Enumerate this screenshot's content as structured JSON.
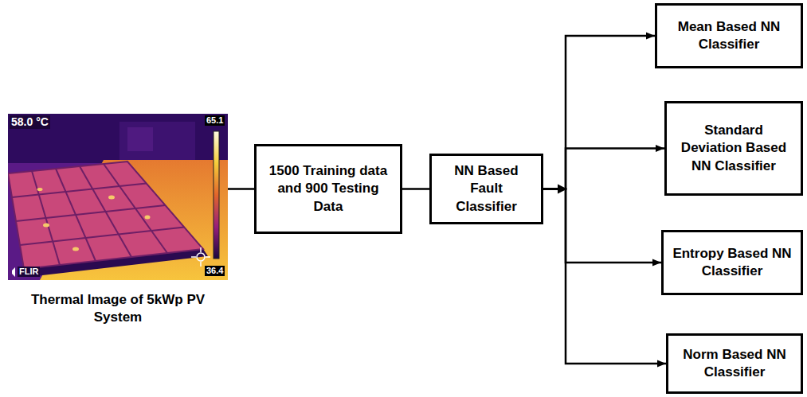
{
  "diagram": {
    "nodes": [
      {
        "text": [
          "Thermal Image of 5kWp PV System"
        ]
      },
      {
        "text": [
          "1500 Training data and 900 Testing Data"
        ]
      },
      {
        "text": [
          "NN Based Fault Classifier"
        ]
      },
      {
        "text": [
          "Mean Based NN Classifier"
        ]
      },
      {
        "text": [
          "Standard Deviation Based NN Classifier"
        ]
      },
      {
        "text": [
          "Entropy Based NN Classifier"
        ]
      },
      {
        "text": [
          "Norm Based NN Classifier"
        ]
      }
    ],
    "edges": [
      {
        "from": 0,
        "to": 1,
        "arrow": "none"
      },
      {
        "from": 1,
        "to": 2,
        "arrow": "none"
      },
      {
        "from": 2,
        "to": 3,
        "arrow": "to"
      },
      {
        "from": 2,
        "to": 4,
        "arrow": "to"
      },
      {
        "from": 2,
        "to": 5,
        "arrow": "to"
      },
      {
        "from": 2,
        "to": 6,
        "arrow": "to"
      }
    ],
    "labels": [
      "58.0 °C",
      "65.1",
      "36.4",
      "FLIR"
    ]
  }
}
